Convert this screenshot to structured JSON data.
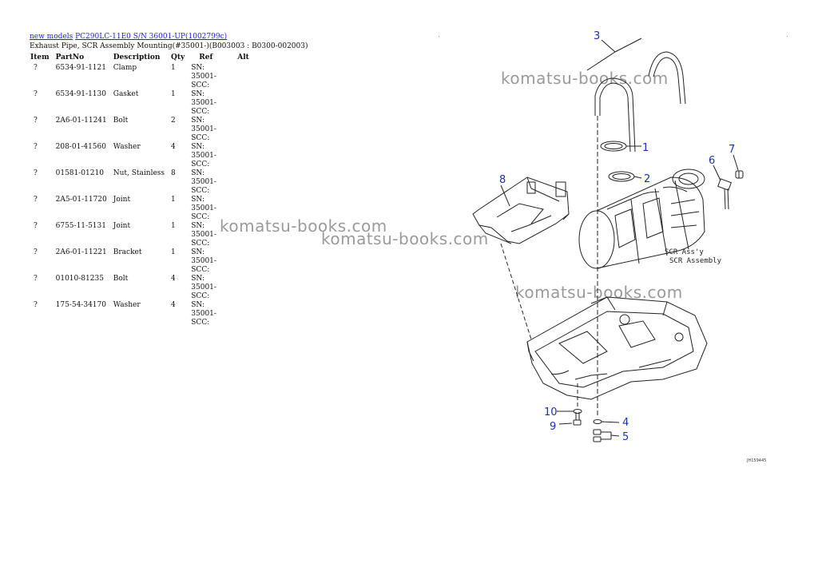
{
  "breadcrumb": {
    "link1": "new models",
    "link2": "PC290LC-11E0 S/N 36001-UP(1002799c)"
  },
  "subtitle": "Exhaust Pipe, SCR Assembly Mounting(#35001-)(B003003 : B0300-002003)",
  "table": {
    "headers": {
      "item": "Item",
      "partno": "PartNo",
      "desc": "Description",
      "qty": "Qty",
      "ref": "Ref",
      "alt": "Alt"
    },
    "rows": [
      {
        "item": "?",
        "partno": "6534-91-1121",
        "desc": "Clamp",
        "qty": "1",
        "ref": "SN: 35001-SCC:"
      },
      {
        "item": "?",
        "partno": "6534-91-1130",
        "desc": "Gasket",
        "qty": "1",
        "ref": "SN: 35001-SCC:"
      },
      {
        "item": "?",
        "partno": "2A6-01-11241",
        "desc": "Bolt",
        "qty": "2",
        "ref": "SN: 35001-SCC:"
      },
      {
        "item": "?",
        "partno": "208-01-41560",
        "desc": "Washer",
        "qty": "4",
        "ref": "SN: 35001-SCC:"
      },
      {
        "item": "?",
        "partno": "01581-01210",
        "desc": "Nut, Stainless",
        "qty": "8",
        "ref": "SN: 35001-SCC:"
      },
      {
        "item": "?",
        "partno": "2A5-01-11720",
        "desc": "Joint",
        "qty": "1",
        "ref": "SN: 35001-SCC:"
      },
      {
        "item": "?",
        "partno": "6755-11-5131",
        "desc": "Joint",
        "qty": "1",
        "ref": "SN: 35001-SCC:"
      },
      {
        "item": "?",
        "partno": "2A6-01-11221",
        "desc": "Bracket",
        "qty": "1",
        "ref": "SN: 35001-SCC:"
      },
      {
        "item": "?",
        "partno": "01010-81235",
        "desc": "Bolt",
        "qty": "4",
        "ref": "SN: 35001-SCC:"
      },
      {
        "item": "?",
        "partno": "175-54-34170",
        "desc": "Washer",
        "qty": "4",
        "ref": "SN: 35001-SCC:"
      }
    ]
  },
  "watermark": "komatsu-books.com",
  "diagram": {
    "callouts": [
      "1",
      "2",
      "3",
      "4",
      "5",
      "6",
      "7",
      "8",
      "9",
      "10"
    ],
    "scr_label_1": "SCR Ass'y",
    "scr_label_2": "SCR Assembly",
    "figure_code": "JH159445"
  }
}
